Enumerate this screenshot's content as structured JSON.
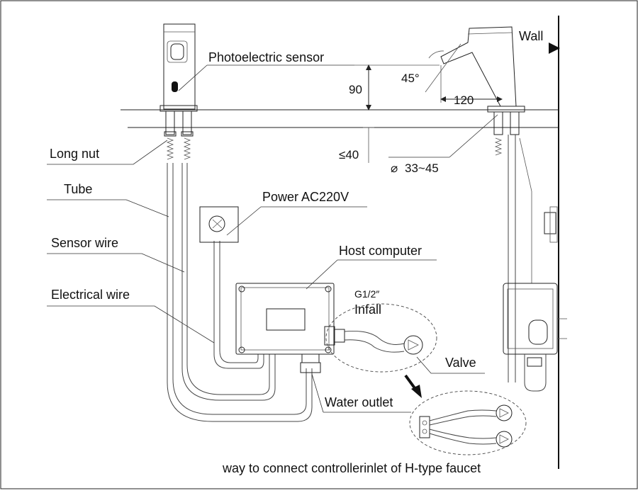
{
  "labels": {
    "photoelectric_sensor": "Photoelectric sensor",
    "long_nut": "Long nut",
    "tube": "Tube",
    "sensor_wire": "Sensor wire",
    "electrical_wire": "Electrical wire",
    "power": "Power AC220V",
    "host_computer": "Host computer",
    "thread": "G1/2″",
    "infall": "Infall",
    "valve": "Valve",
    "water_outlet": "Water outlet",
    "wall": "Wall",
    "caption": "way to connect controllerinlet of H-type faucet"
  },
  "dimensions": {
    "angle": "45°",
    "height": "90",
    "reach": "120",
    "max_thickness": "≤40",
    "hole_diameter": "33~45"
  },
  "icons": {
    "diameter_symbol": "⌀",
    "direction_arrow": "down-right-arrow"
  }
}
